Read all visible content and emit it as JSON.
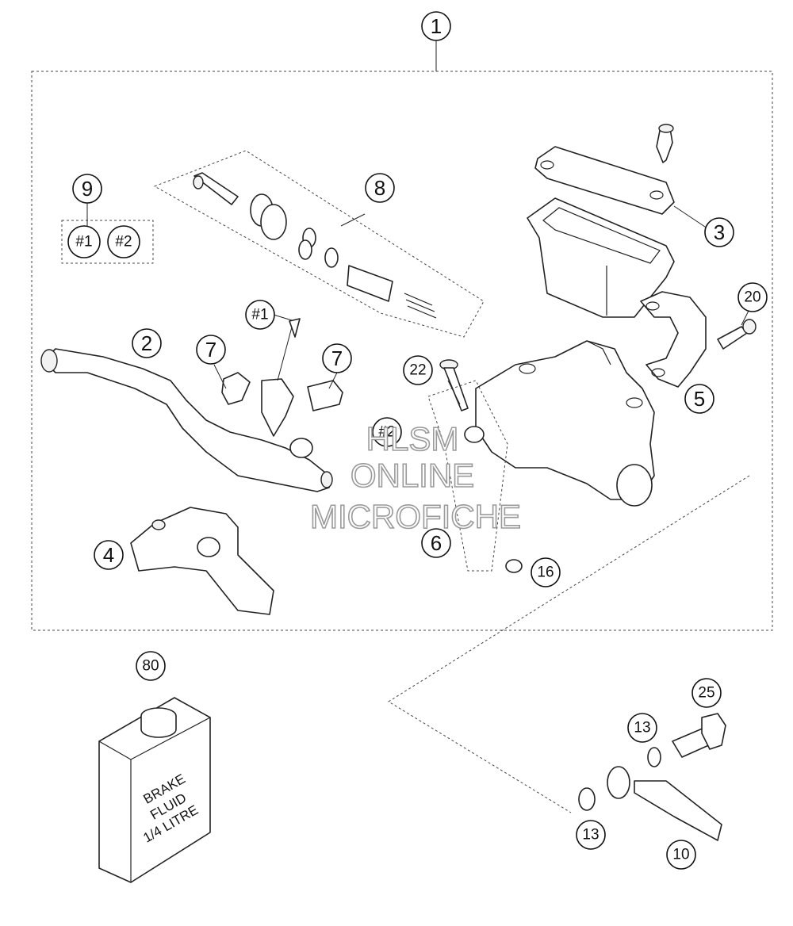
{
  "callouts": {
    "c1": "1",
    "c2": "2",
    "c3": "3",
    "c4": "4",
    "c5": "5",
    "c6": "6",
    "c7a": "7",
    "c7b": "7",
    "c8": "8",
    "c9": "9",
    "c10": "10",
    "c13a": "13",
    "c13b": "13",
    "c16": "16",
    "c20": "20",
    "c22": "22",
    "c25": "25",
    "c80": "80"
  },
  "markers": {
    "m1a": "#1",
    "m2a": "#2",
    "m1b": "#1",
    "m2b": "#2"
  },
  "bottle_label": [
    "BRAKE",
    "FLUID",
    "1/4 LITRE"
  ],
  "watermark": [
    "HLSM",
    "ONLINE",
    "MICROFICHE"
  ],
  "colors": {
    "line": "#222222",
    "background": "#ffffff",
    "watermark": "#9a9a9a"
  }
}
